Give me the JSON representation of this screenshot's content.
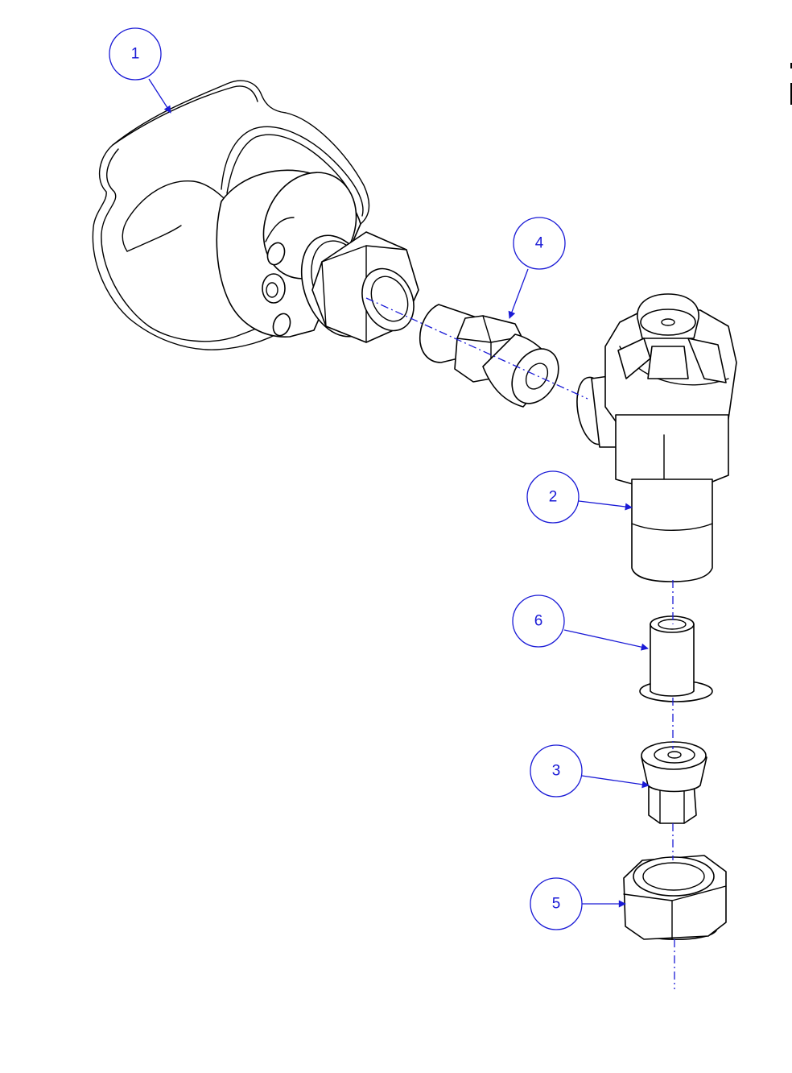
{
  "balloons": [
    {
      "label": "1"
    },
    {
      "label": "4"
    },
    {
      "label": "2"
    },
    {
      "label": "6"
    },
    {
      "label": "3"
    },
    {
      "label": "5"
    }
  ],
  "colors": {
    "annotation": "#1a1ad6",
    "outline": "#000000",
    "background": "#ffffff"
  }
}
